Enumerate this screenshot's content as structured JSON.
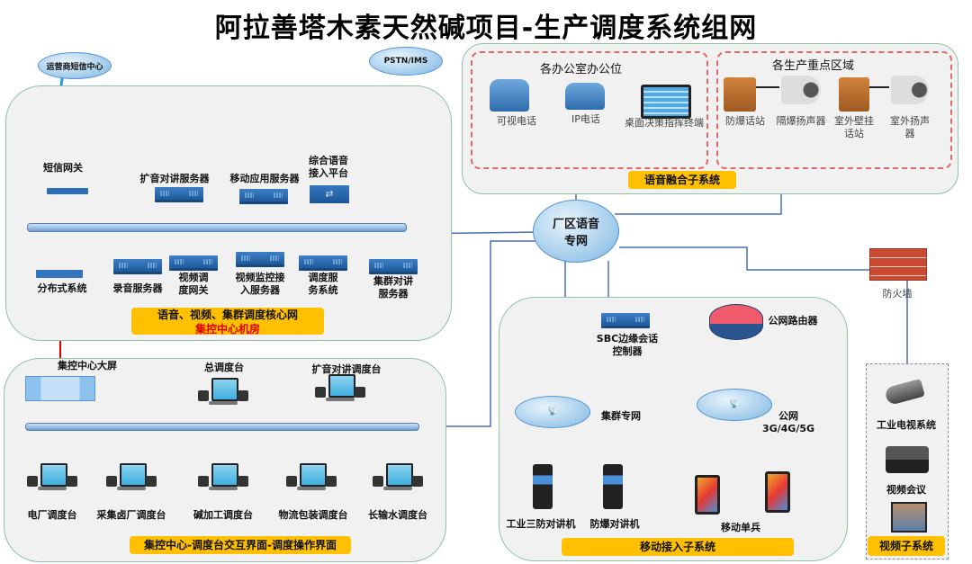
{
  "title": "阿拉善塔木素天然碱项目-生产调度系统组网",
  "clouds": {
    "sms_center": "运营商短信中心",
    "pstn": "PSTN/IMS",
    "plant_voice_net": "厂区语音\n专网",
    "trunk_net": "集群专网",
    "public_net": "公网\n3G/4G/5G"
  },
  "core": {
    "sms_gateway": "短信网关",
    "ptt_pa_server": "扩音对讲服务器",
    "mobile_app_server": "移动应用服务器",
    "voice_access_platform": "综合语音\n接入平台",
    "distributed_system": "分布式系统",
    "recording_server": "录音服务器",
    "video_dispatch_gateway": "视频调\n度网关",
    "video_monitor_server": "视频监控接\n入服务器",
    "dispatch_service": "调度服\n务系统",
    "trunk_ptt_server": "集群对讲\n服务器",
    "badge_line1": "语音、视频、集群调度核心网",
    "badge_line2": "集控中心机房"
  },
  "voice_fusion": {
    "office_group": "各办公室办公位",
    "production_group": "各生产重点区域",
    "video_phone": "可视电话",
    "ip_phone": "IP电话",
    "desktop_terminal": "桌面决策指挥终端",
    "explosion_proof_station": "防爆话站",
    "explosion_proof_speaker": "隔爆扬声器",
    "outdoor_wall_station": "室外壁挂\n话站",
    "outdoor_speaker": "室外扬声\n器",
    "badge": "语音融合子系统"
  },
  "dispatch": {
    "big_screen": "集控中心大屏",
    "main_console": "总调度台",
    "pa_console": "扩音对讲调度台",
    "consoles": [
      "电厂调度台",
      "采集卤厂调度台",
      "碱加工调度台",
      "物流包装调度台",
      "长输水调度台"
    ],
    "badge": "集控中心-调度台交互界面-调度操作界面"
  },
  "mobile": {
    "sbc": "SBC边缘会话\n控制器",
    "public_router": "公网路由器",
    "industrial_radio": "工业三防对讲机",
    "explosion_radio": "防爆对讲机",
    "mobile_soldier": "移动单兵",
    "badge": "移动接入子系统"
  },
  "video": {
    "firewall": "防火墙",
    "cctv": "工业电视系统",
    "conference": "视频会议",
    "badge": "视频子系统"
  }
}
